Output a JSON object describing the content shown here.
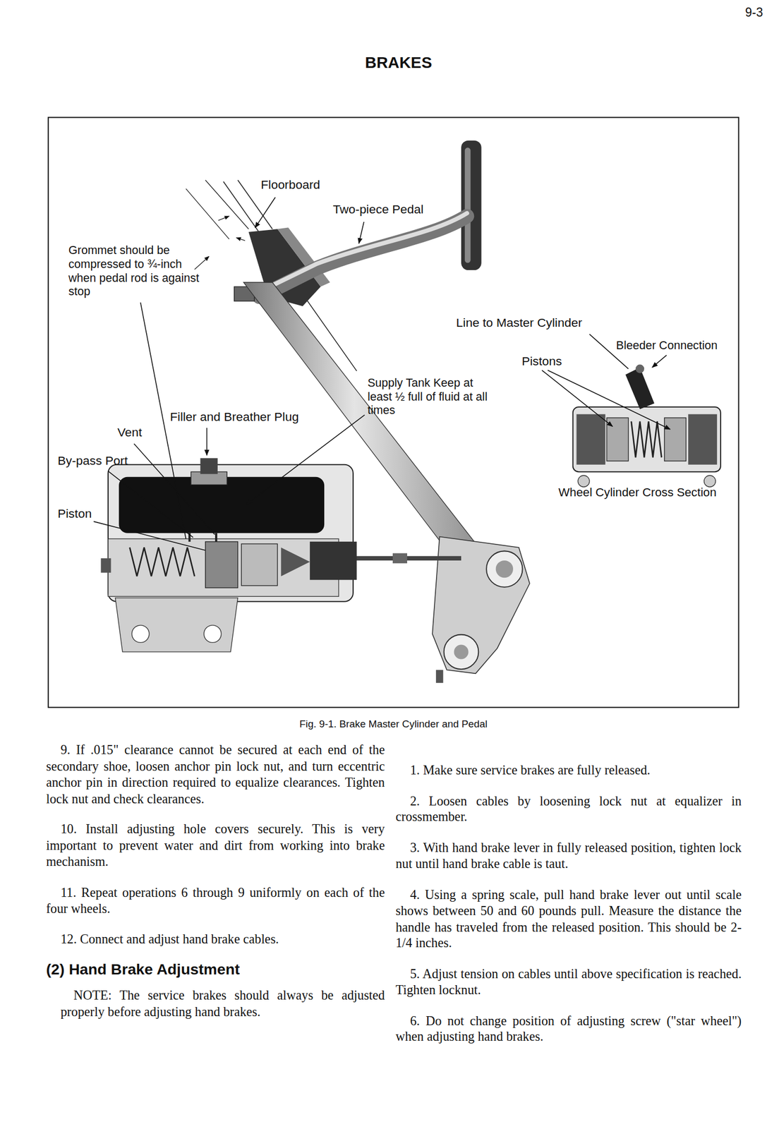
{
  "diagram": {
    "title": "BRAKES",
    "caption": "Fig. 9-1. Brake Master Cylinder and Pedal",
    "labels": [
      "9-3",
      "Floorboard",
      "Two-piece Pedal",
      "Grommet should be compressed to ¾-inch when pedal rod is against stop",
      "Line to Master Cylinder",
      "Bleeder Connection",
      "Pistons",
      "Supply Tank Keep at least ½ full of fluid at all times",
      "Filler and Breather Plug",
      "Vent",
      "By-pass Port",
      "Piston",
      "Wheel Cylinder Cross Section",
      "9. If .015\" clearance cannot be secured at each end of the secondary shoe, loosen anchor pin lock nut, and turn eccentric anchor pin in direction required to equalize clearances. Tighten lock nut and check clearances.",
      "10. Install adjusting hole covers securely. This is very important to prevent water and dirt from working into brake mechanism.",
      "11. Repeat operations 6 through 9 uniformly on each of the four wheels.",
      "12. Connect and adjust hand brake cables.",
      "(2) Hand Brake Adjustment",
      "NOTE: The service brakes should always be adjusted properly before adjusting hand brakes.",
      "1. Make sure service brakes are fully released.",
      "2. Loosen cables by loosening lock nut at equalizer in crossmember.",
      "3. With hand brake lever in fully released position, tighten lock nut until hand brake cable is taut.",
      "4. Using a spring scale, pull hand brake lever out until scale shows between 50 and 60 pounds pull. Measure the distance the handle has traveled from the released position. This should be 2-1/4 inches.",
      "5. Adjust tension on cables until above specification is reached. Tighten locknut.",
      "6. Do not change position of adjusting screw (\"star wheel\") when adjusting hand brakes."
    ]
  }
}
